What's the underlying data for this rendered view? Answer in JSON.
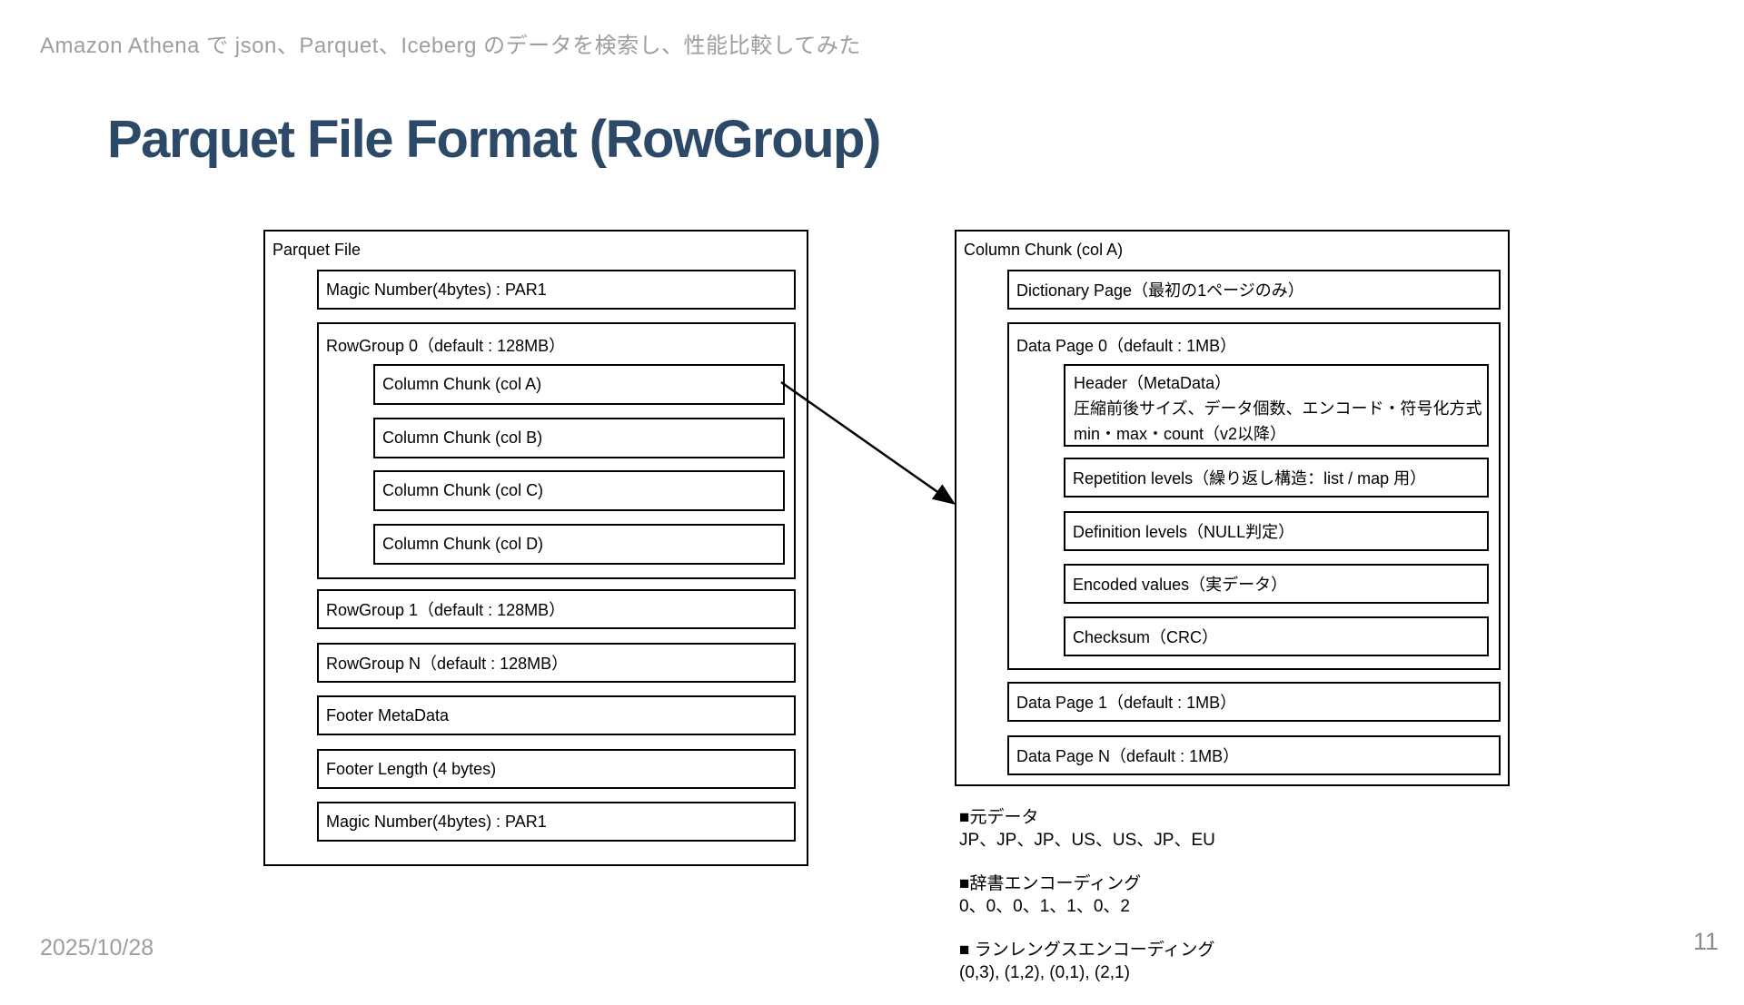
{
  "page": {
    "header": "Amazon Athena で json、Parquet、Iceberg のデータを検索し、性能比較してみた",
    "title": "Parquet File Format (RowGroup)",
    "date": "2025/10/28",
    "page_number": "11",
    "colors": {
      "title": "#2c4a68",
      "muted_text": "#9e9e9e",
      "box_border": "#000000"
    }
  },
  "parquet_file": {
    "label": "Parquet File",
    "magic_number_top": "Magic Number(4bytes) : PAR1",
    "rowgroup0": {
      "label": "RowGroup 0（default : 128MB）",
      "chunks": [
        "Column Chunk (col A)",
        "Column Chunk (col B)",
        "Column Chunk (col C)",
        "Column Chunk (col D)"
      ]
    },
    "rows": [
      "RowGroup 1（default : 128MB）",
      "RowGroup N（default : 128MB）",
      "Footer MetaData",
      "Footer Length (4 bytes)",
      "Magic Number(4bytes) : PAR1"
    ]
  },
  "column_chunk": {
    "label": "Column Chunk (col A)",
    "dictionary_page": "Dictionary Page（最初の1ページのみ）",
    "data_page0": {
      "label": "Data Page 0（default : 1MB）",
      "header_lines": [
        "Header（MetaData）",
        "圧縮前後サイズ、データ個数、エンコード・符号化方式",
        "min・max・count（v2以降）"
      ],
      "items": [
        "Repetition levels（繰り返し構造：list / map 用）",
        "Definition levels（NULL判定）",
        "Encoded values（実データ）",
        "Checksum（CRC）"
      ]
    },
    "pages": [
      "Data Page 1（default : 1MB）",
      "Data Page N（default : 1MB）"
    ]
  },
  "notes": [
    {
      "heading": "■元データ",
      "value": "JP、JP、JP、US、US、JP、EU"
    },
    {
      "heading": "■辞書エンコーディング",
      "value": "0、0、0、1、1、0、2"
    },
    {
      "heading": "■ ランレングスエンコーディング",
      "value": "(0,3), (1,2), (0,1), (2,1)"
    }
  ]
}
